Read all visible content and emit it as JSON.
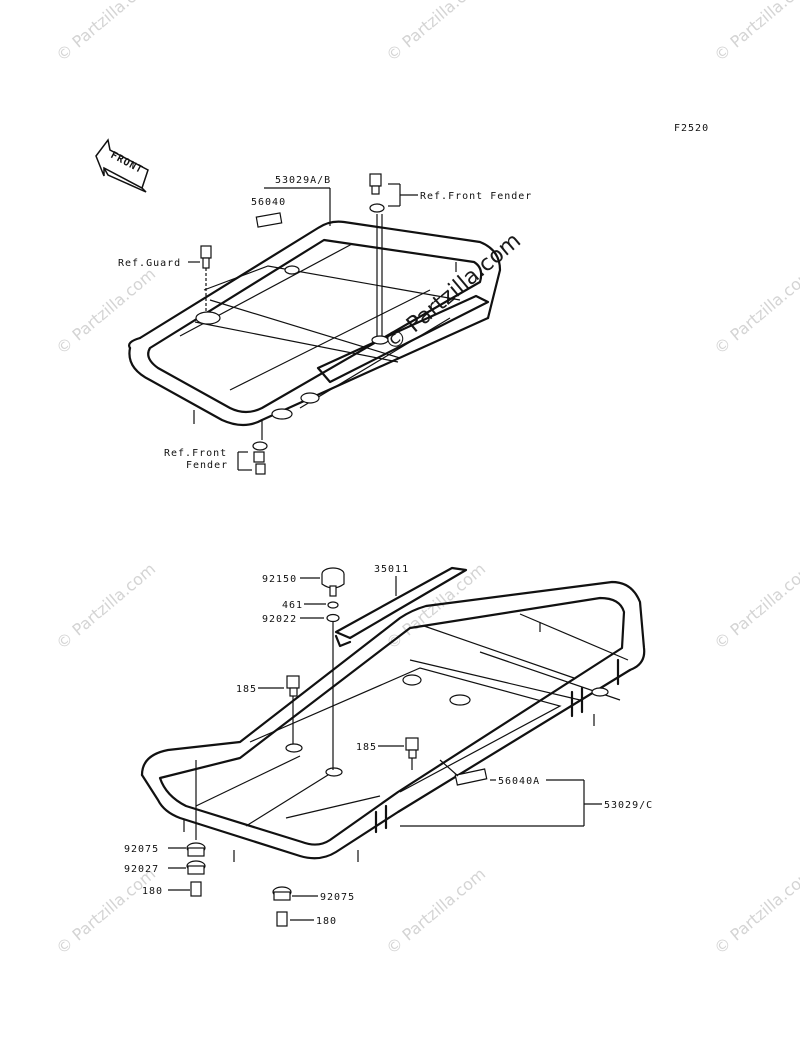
{
  "figure_code": "F2520",
  "front_arrow": "FRONT",
  "watermark": "© Partzilla.com",
  "upper_rack": {
    "labels": {
      "rack": "53029A/B",
      "decal": "56040",
      "ref_guard": "Ref.Guard",
      "ref_front_fender_top": "Ref.Front Fender",
      "ref_front_fender_bottom_1": "Ref.Front",
      "ref_front_fender_bottom_2": "Fender"
    }
  },
  "lower_rack": {
    "labels": {
      "cap": "92150",
      "bar": "35011",
      "nut": "461",
      "washer": "92022",
      "bolt_left": "185",
      "bolt_right": "185",
      "decal": "56040A",
      "rack": "53029/C",
      "damper_left": "92075",
      "collar": "92027",
      "bolt_bottom_left": "180",
      "damper_right": "92075",
      "bolt_bottom_right": "180"
    }
  }
}
